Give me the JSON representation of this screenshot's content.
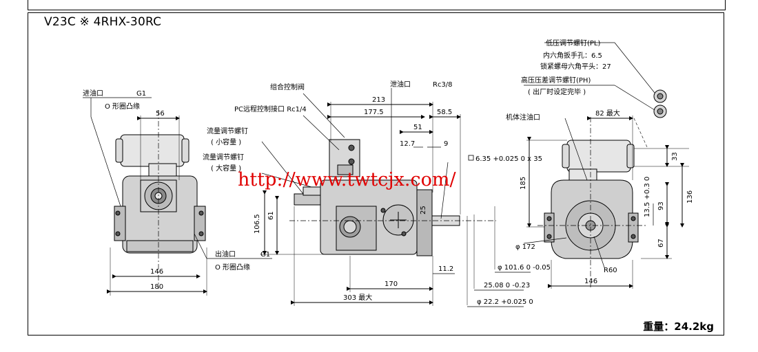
{
  "title": "V23C ※ 4RHX-30RC",
  "weight": "重量：24.2kg",
  "watermark": "http://www.twtcjx.com/",
  "labels": {
    "inlet": "进油口",
    "inlet_g": "G1",
    "inlet_flange": "O 形圈凸缘",
    "outlet": "出油口",
    "outlet_g": "G1",
    "outlet_flange": "O 形圈凸缘",
    "combo_valve": "组合控制阀",
    "pc_port": "PC远程控制接口 Rc1/4",
    "flow_small": "流量调节螺钉",
    "flow_small_sub": "( 小容量 )",
    "flow_large": "流量调节螺钉",
    "flow_large_sub": "( 大容量 )",
    "drain": "泄油口",
    "drain_rc": "Rc3/8",
    "fill_port": "机体注油口",
    "low_pressure": "低压调节螺钉(PL)",
    "hex_wrench": "内六角扳手孔：6.5",
    "lock_nut": "锁紧螺母六角平头：27",
    "high_pressure": "高压压差调节螺钉(PH)",
    "factory_set": "( 出厂时设定完毕 )"
  },
  "dims": {
    "d56": "56",
    "d146_left": "146",
    "d180": "180",
    "d213": "213",
    "d177_5": "177.5",
    "d58_5": "58.5",
    "d51": "51",
    "d12_7": "12.7",
    "d9": "9",
    "key": "6.35 +0.025 0 x 35",
    "d106_5": "106.5",
    "d61": "61",
    "d25": "25",
    "d170": "170",
    "d11_2": "11.2",
    "d303": "303 最大",
    "d101_6": "φ 101.6 0 -0.05",
    "d25_08": "25.08 0 -0.23",
    "d22_2": "φ 22.2 +0.025 0",
    "d82": "82 最大",
    "d185": "185",
    "d33": "33",
    "d136": "136",
    "d13_5": "13.5 +0.3 0",
    "d93": "93",
    "d67": "67",
    "d172": "φ 172",
    "r60": "R60",
    "d146_right": "146"
  }
}
